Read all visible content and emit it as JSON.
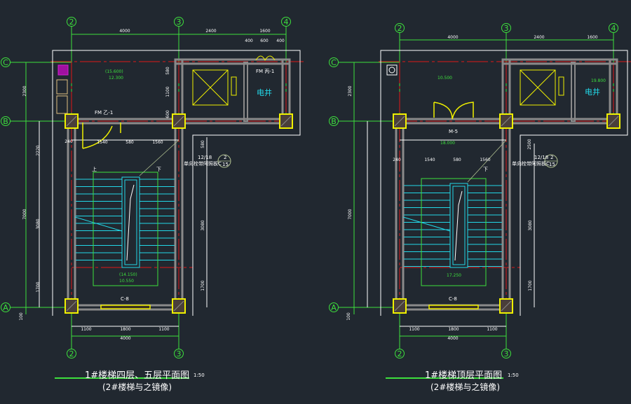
{
  "colors": {
    "background": "#212830",
    "axis": "#3de03d",
    "wall": "#8a8a8a",
    "center_line": "#e01818",
    "column": "#f0f000",
    "stair": "#22d8e8",
    "dim": "#ffffff"
  },
  "left_plan": {
    "title": "1#楼梯四层、五层平面图",
    "scale": "1:50",
    "subtitle": "(2#楼梯与之镜像)",
    "axes_top": [
      "2",
      "3",
      "4"
    ],
    "axes_bottom": [
      "2",
      "3"
    ],
    "axes_side": [
      "C",
      "B",
      "A"
    ],
    "dims_top": [
      "4000",
      "2400",
      "1600"
    ],
    "dims_top2": [
      "400",
      "600",
      "400"
    ],
    "dims_side": [
      "2300",
      "7000",
      "100"
    ],
    "dims_inner_left": [
      "2220",
      "3080",
      "1700"
    ],
    "dims_inner_right": [
      "3080",
      "1700",
      "580"
    ],
    "dims_right_upper": [
      "580",
      "1100",
      "600"
    ],
    "dims_stair": [
      "240",
      "1540",
      "580",
      "1560"
    ],
    "dims_bottom": [
      "1100",
      "1800",
      "1100"
    ],
    "dim_bottom_total": "4000",
    "elev1": "(15.600)",
    "elev2": "12.300",
    "elev3": "(14.150)",
    "elev4": "10.550",
    "door1": "FM 乙-1",
    "door2": "FM 丙-1",
    "shaft": "电井",
    "window": "C-8",
    "up": "上",
    "down": "下",
    "ref_note1": "12/18",
    "ref_note2": "单向栓带阿照板C",
    "ref_num": "2",
    "ref_sheet": "15"
  },
  "right_plan": {
    "title": "1#楼梯顶层平面图",
    "scale": "1:50",
    "subtitle": "(2#楼梯与之镜像)",
    "axes_top": [
      "2",
      "3",
      "4"
    ],
    "axes_bottom": [
      "2",
      "3"
    ],
    "axes_side": [
      "C",
      "B",
      "A"
    ],
    "dims_top": [
      "4000",
      "2400",
      "1600"
    ],
    "dims_side": [
      "2300",
      "7000",
      "100"
    ],
    "dims_inner_right": [
      "3080",
      "1700",
      "2500"
    ],
    "dims_stair": [
      "240",
      "1540",
      "580",
      "1560"
    ],
    "dims_bottom": [
      "1100",
      "1800",
      "1100"
    ],
    "dim_bottom_total": "4000",
    "elev1": "10.500",
    "elev2": "19.800",
    "elev3": "18.000",
    "elev4": "17.250",
    "door": "M-5",
    "shaft": "电井",
    "window": "C-8",
    "down": "下",
    "ref_note1": "12/18",
    "ref_note2": "单向栓带阿照板C",
    "ref_num": "2",
    "ref_sheet": "15"
  }
}
